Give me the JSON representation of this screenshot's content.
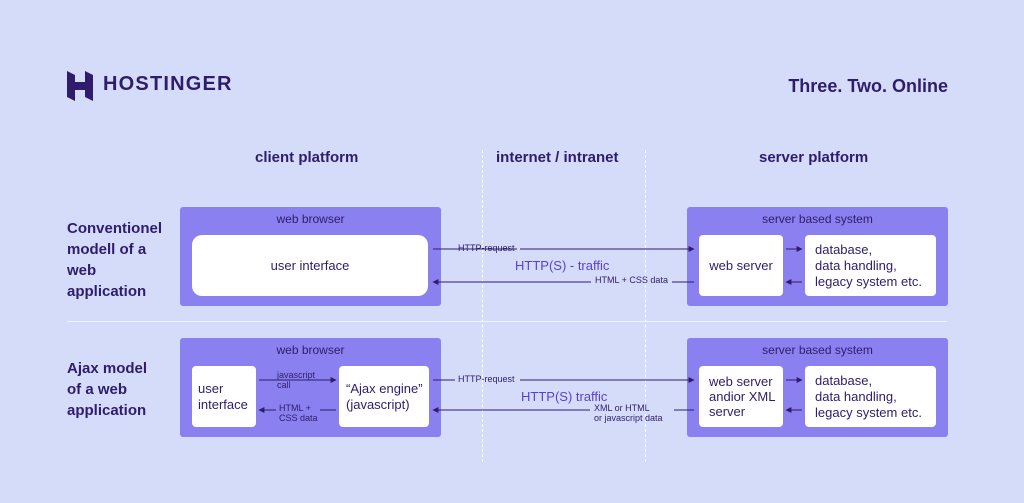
{
  "brand": {
    "name": "HOSTINGER",
    "tagline": "Three. Two. Online",
    "logo_icon": "hostinger-h-logo-icon"
  },
  "columns": {
    "client": "client platform",
    "internet": "internet / intranet",
    "server": "server platform"
  },
  "colors": {
    "background": "#d4dcfa",
    "panel": "#8a80ef",
    "text": "#2f1c6a",
    "traffic": "#5b3fd3",
    "box": "#ffffff"
  },
  "conventional": {
    "label_lines": [
      "Conventionel",
      "modell of a",
      "web",
      "application"
    ],
    "browser_title": "web browser",
    "ui_box": "user interface",
    "request_label": "HTTP-request",
    "traffic_label": "HTTP(S) - traffic",
    "response_label": "HTML + CSS data",
    "server_title": "server based system",
    "web_server": "web server",
    "db_lines": [
      "database,",
      "data handling,",
      "legacy system etc."
    ]
  },
  "ajax": {
    "label_lines": [
      "Ajax model",
      "of a web",
      "application"
    ],
    "browser_title": "web browser",
    "ui_lines": [
      "user",
      "interface"
    ],
    "js_call_lines": [
      "javascript",
      "call"
    ],
    "html_css_lines": [
      "HTML +",
      "CSS data"
    ],
    "engine_lines": [
      "“Ajax engine”",
      "(javascript)"
    ],
    "request_label": "HTTP-request",
    "traffic_label": "HTTP(S) traffic",
    "response_lines": [
      "XML or HTML",
      "or javascript data"
    ],
    "server_title": "server based system",
    "web_server_lines": [
      "web server",
      "andior XML",
      "server"
    ],
    "db_lines": [
      "database,",
      "data handling,",
      "legacy system etc."
    ]
  }
}
